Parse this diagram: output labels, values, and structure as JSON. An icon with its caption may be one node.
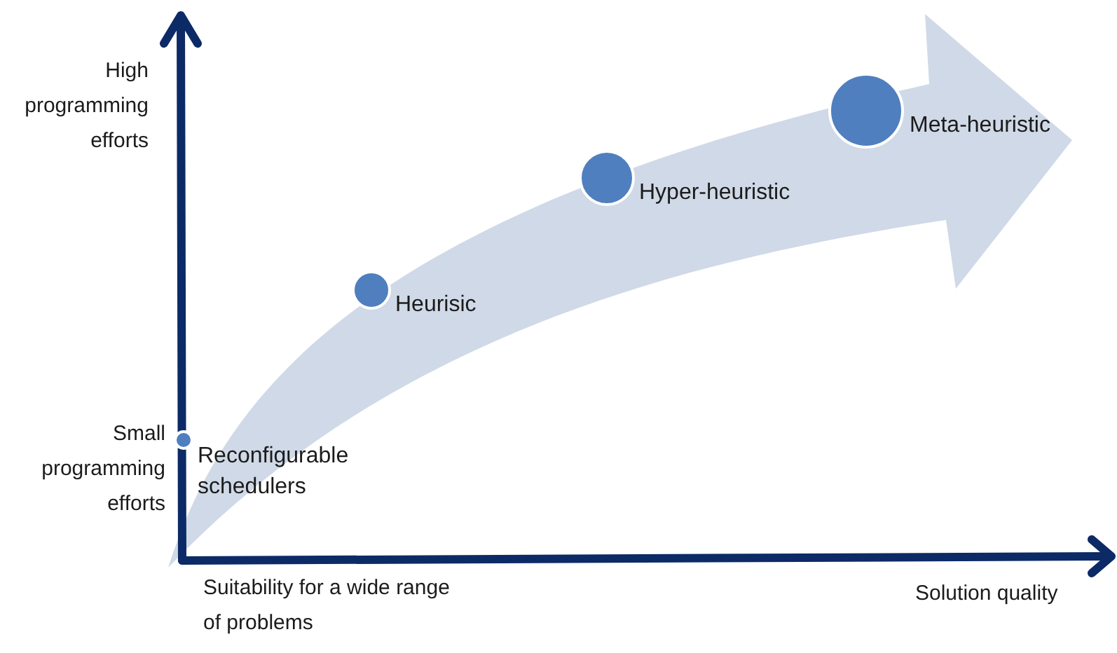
{
  "diagram": {
    "nodes": [
      {
        "text": [],
        "shape": "circle",
        "beside": [
          "Reconfigurable schedulers"
        ]
      },
      {
        "text": [],
        "shape": "circle",
        "beside": [
          "Heurisic"
        ]
      },
      {
        "text": [],
        "shape": "circle",
        "beside": [
          "Hyper-heuristic"
        ]
      },
      {
        "text": [],
        "shape": "circle",
        "beside": [
          "Meta-heuristic"
        ]
      }
    ],
    "labels": [
      "High programming efforts",
      "Small programming efforts",
      "Suitability for a wide range of problems",
      "Solution quality"
    ]
  }
}
